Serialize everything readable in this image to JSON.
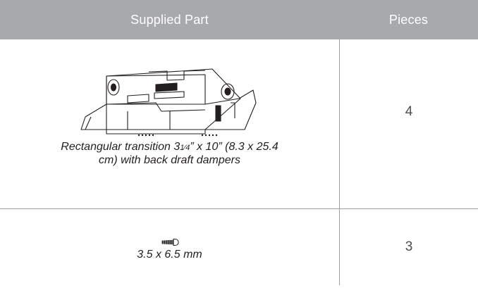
{
  "table": {
    "headers": {
      "part": "Supplied Part",
      "pieces": "Pieces"
    },
    "rows": [
      {
        "caption_prefix": "Rectangular transition 3",
        "caption_fraction": "1⁄4",
        "caption_suffix": "” x 10” (8.3 x 25.4\ncm) with back draft dampers",
        "pieces": "4",
        "icon": "rectangular-transition-drawing"
      },
      {
        "caption": "3.5 x 6.5 mm",
        "pieces": "3",
        "icon": "screw-drawing"
      }
    ]
  },
  "colors": {
    "header_background": "#a7a9ac",
    "header_text": "#ffffff",
    "rule": "#9d9fa2",
    "caption_text": "#231f20",
    "pieces_text": "#4d4d4f"
  }
}
